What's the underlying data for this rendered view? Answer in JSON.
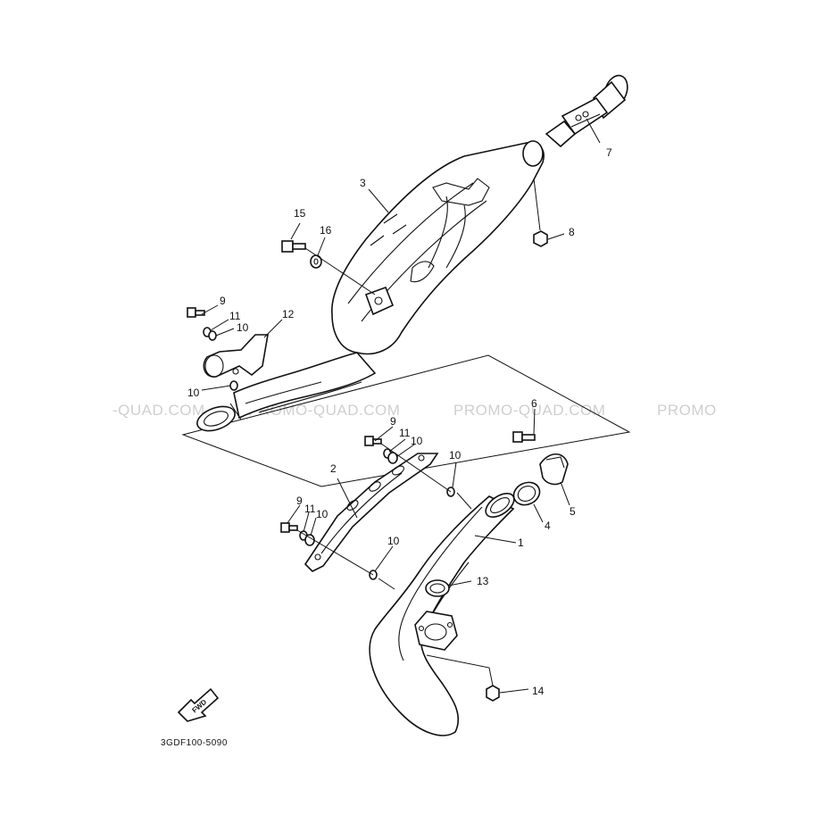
{
  "watermarks": [
    "-QUAD.COM",
    "PROMO-QUAD.COM",
    "PROMO-QUAD.COM",
    "PROMO"
  ],
  "diagram_code": "3GDF100-5090",
  "fwd_arrow_label": "FWD",
  "callouts": [
    {
      "id": "c1",
      "label": "1"
    },
    {
      "id": "c2",
      "label": "2"
    },
    {
      "id": "c3",
      "label": "3"
    },
    {
      "id": "c4",
      "label": "4"
    },
    {
      "id": "c5",
      "label": "5"
    },
    {
      "id": "c6",
      "label": "6"
    },
    {
      "id": "c7",
      "label": "7"
    },
    {
      "id": "c8",
      "label": "8"
    },
    {
      "id": "c9a",
      "label": "9"
    },
    {
      "id": "c9b",
      "label": "9"
    },
    {
      "id": "c9c",
      "label": "9"
    },
    {
      "id": "c10a",
      "label": "10"
    },
    {
      "id": "c10b",
      "label": "10"
    },
    {
      "id": "c10c",
      "label": "10"
    },
    {
      "id": "c10d",
      "label": "10"
    },
    {
      "id": "c10e",
      "label": "10"
    },
    {
      "id": "c10f",
      "label": "10"
    },
    {
      "id": "c11a",
      "label": "11"
    },
    {
      "id": "c11b",
      "label": "11"
    },
    {
      "id": "c11c",
      "label": "11"
    },
    {
      "id": "c12",
      "label": "12"
    },
    {
      "id": "c13",
      "label": "13"
    },
    {
      "id": "c14",
      "label": "14"
    },
    {
      "id": "c15",
      "label": "15"
    },
    {
      "id": "c16",
      "label": "16"
    }
  ]
}
